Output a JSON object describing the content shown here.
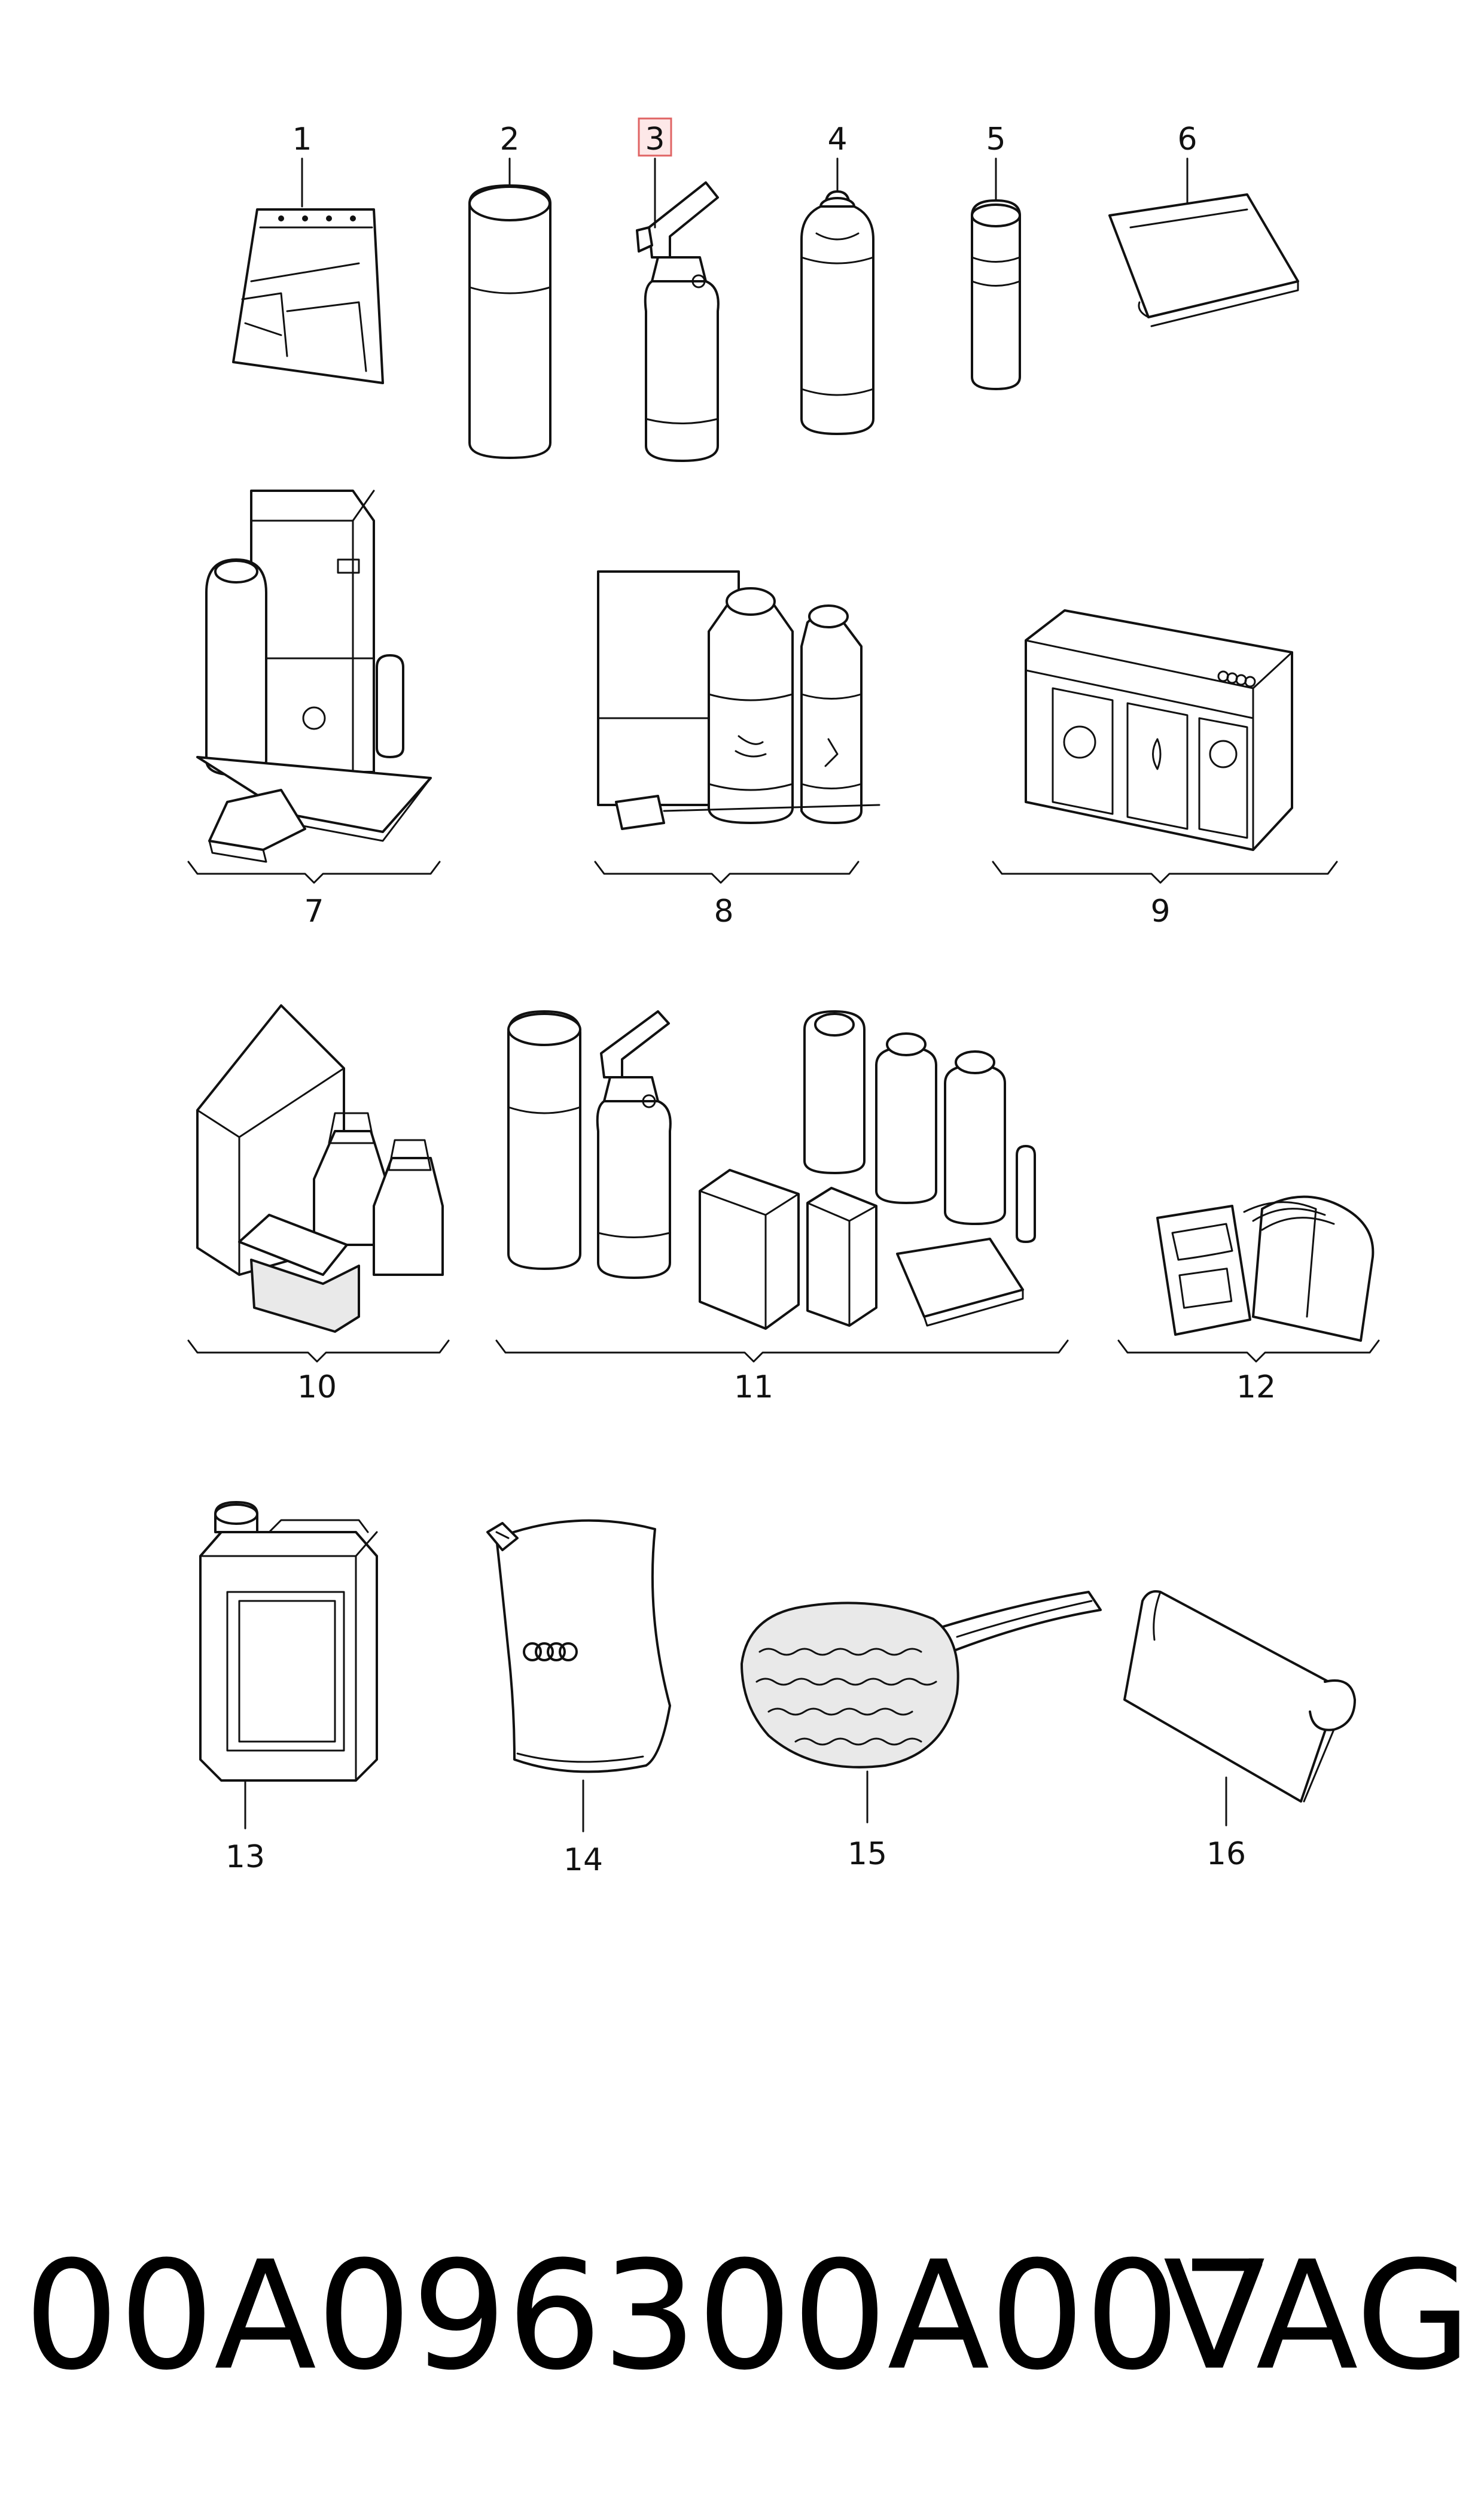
{
  "callouts": [
    {
      "id": "1",
      "label": "1"
    },
    {
      "id": "2",
      "label": "2"
    },
    {
      "id": "3",
      "label": "3",
      "highlighted": true
    },
    {
      "id": "4",
      "label": "4"
    },
    {
      "id": "5",
      "label": "5"
    },
    {
      "id": "6",
      "label": "6"
    },
    {
      "id": "7",
      "label": "7"
    },
    {
      "id": "8",
      "label": "8"
    },
    {
      "id": "9",
      "label": "9"
    },
    {
      "id": "10",
      "label": "10"
    },
    {
      "id": "11",
      "label": "11"
    },
    {
      "id": "12",
      "label": "12"
    },
    {
      "id": "13",
      "label": "13"
    },
    {
      "id": "14",
      "label": "14"
    },
    {
      "id": "15",
      "label": "15"
    },
    {
      "id": "16",
      "label": "16"
    }
  ],
  "highlight_color": "#e06464",
  "footer": {
    "part_number": "00A096300A007",
    "brand": "VAG"
  }
}
